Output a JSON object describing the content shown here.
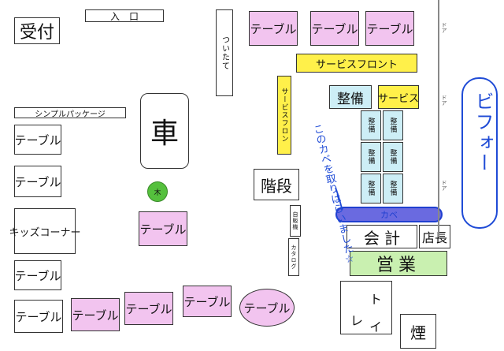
{
  "reception": "受付",
  "entrance": "入　口",
  "partition": "ついたて",
  "service_front": "サービスフロント",
  "service_front_side": "サービスフロン",
  "seibi_label": "整備",
  "service_label": "サービス",
  "maintenance_bay": "整備",
  "simple_package": "シンプルパッケージ",
  "car": "車",
  "tree": "木",
  "stairs": "階段",
  "vending": "自販機",
  "catalog": "カタログ",
  "kabe": "カベ",
  "cashier": "会 計",
  "manager": "店長",
  "sales": "営業",
  "toilet_a": "ト イ",
  "toilet_b": "レ",
  "smoking": "煙",
  "before": "ビフォー",
  "note": "このカベを取りはらいました☆",
  "door": "ドア",
  "table": "テーブル",
  "kids_corner": "キッズコーナー"
}
